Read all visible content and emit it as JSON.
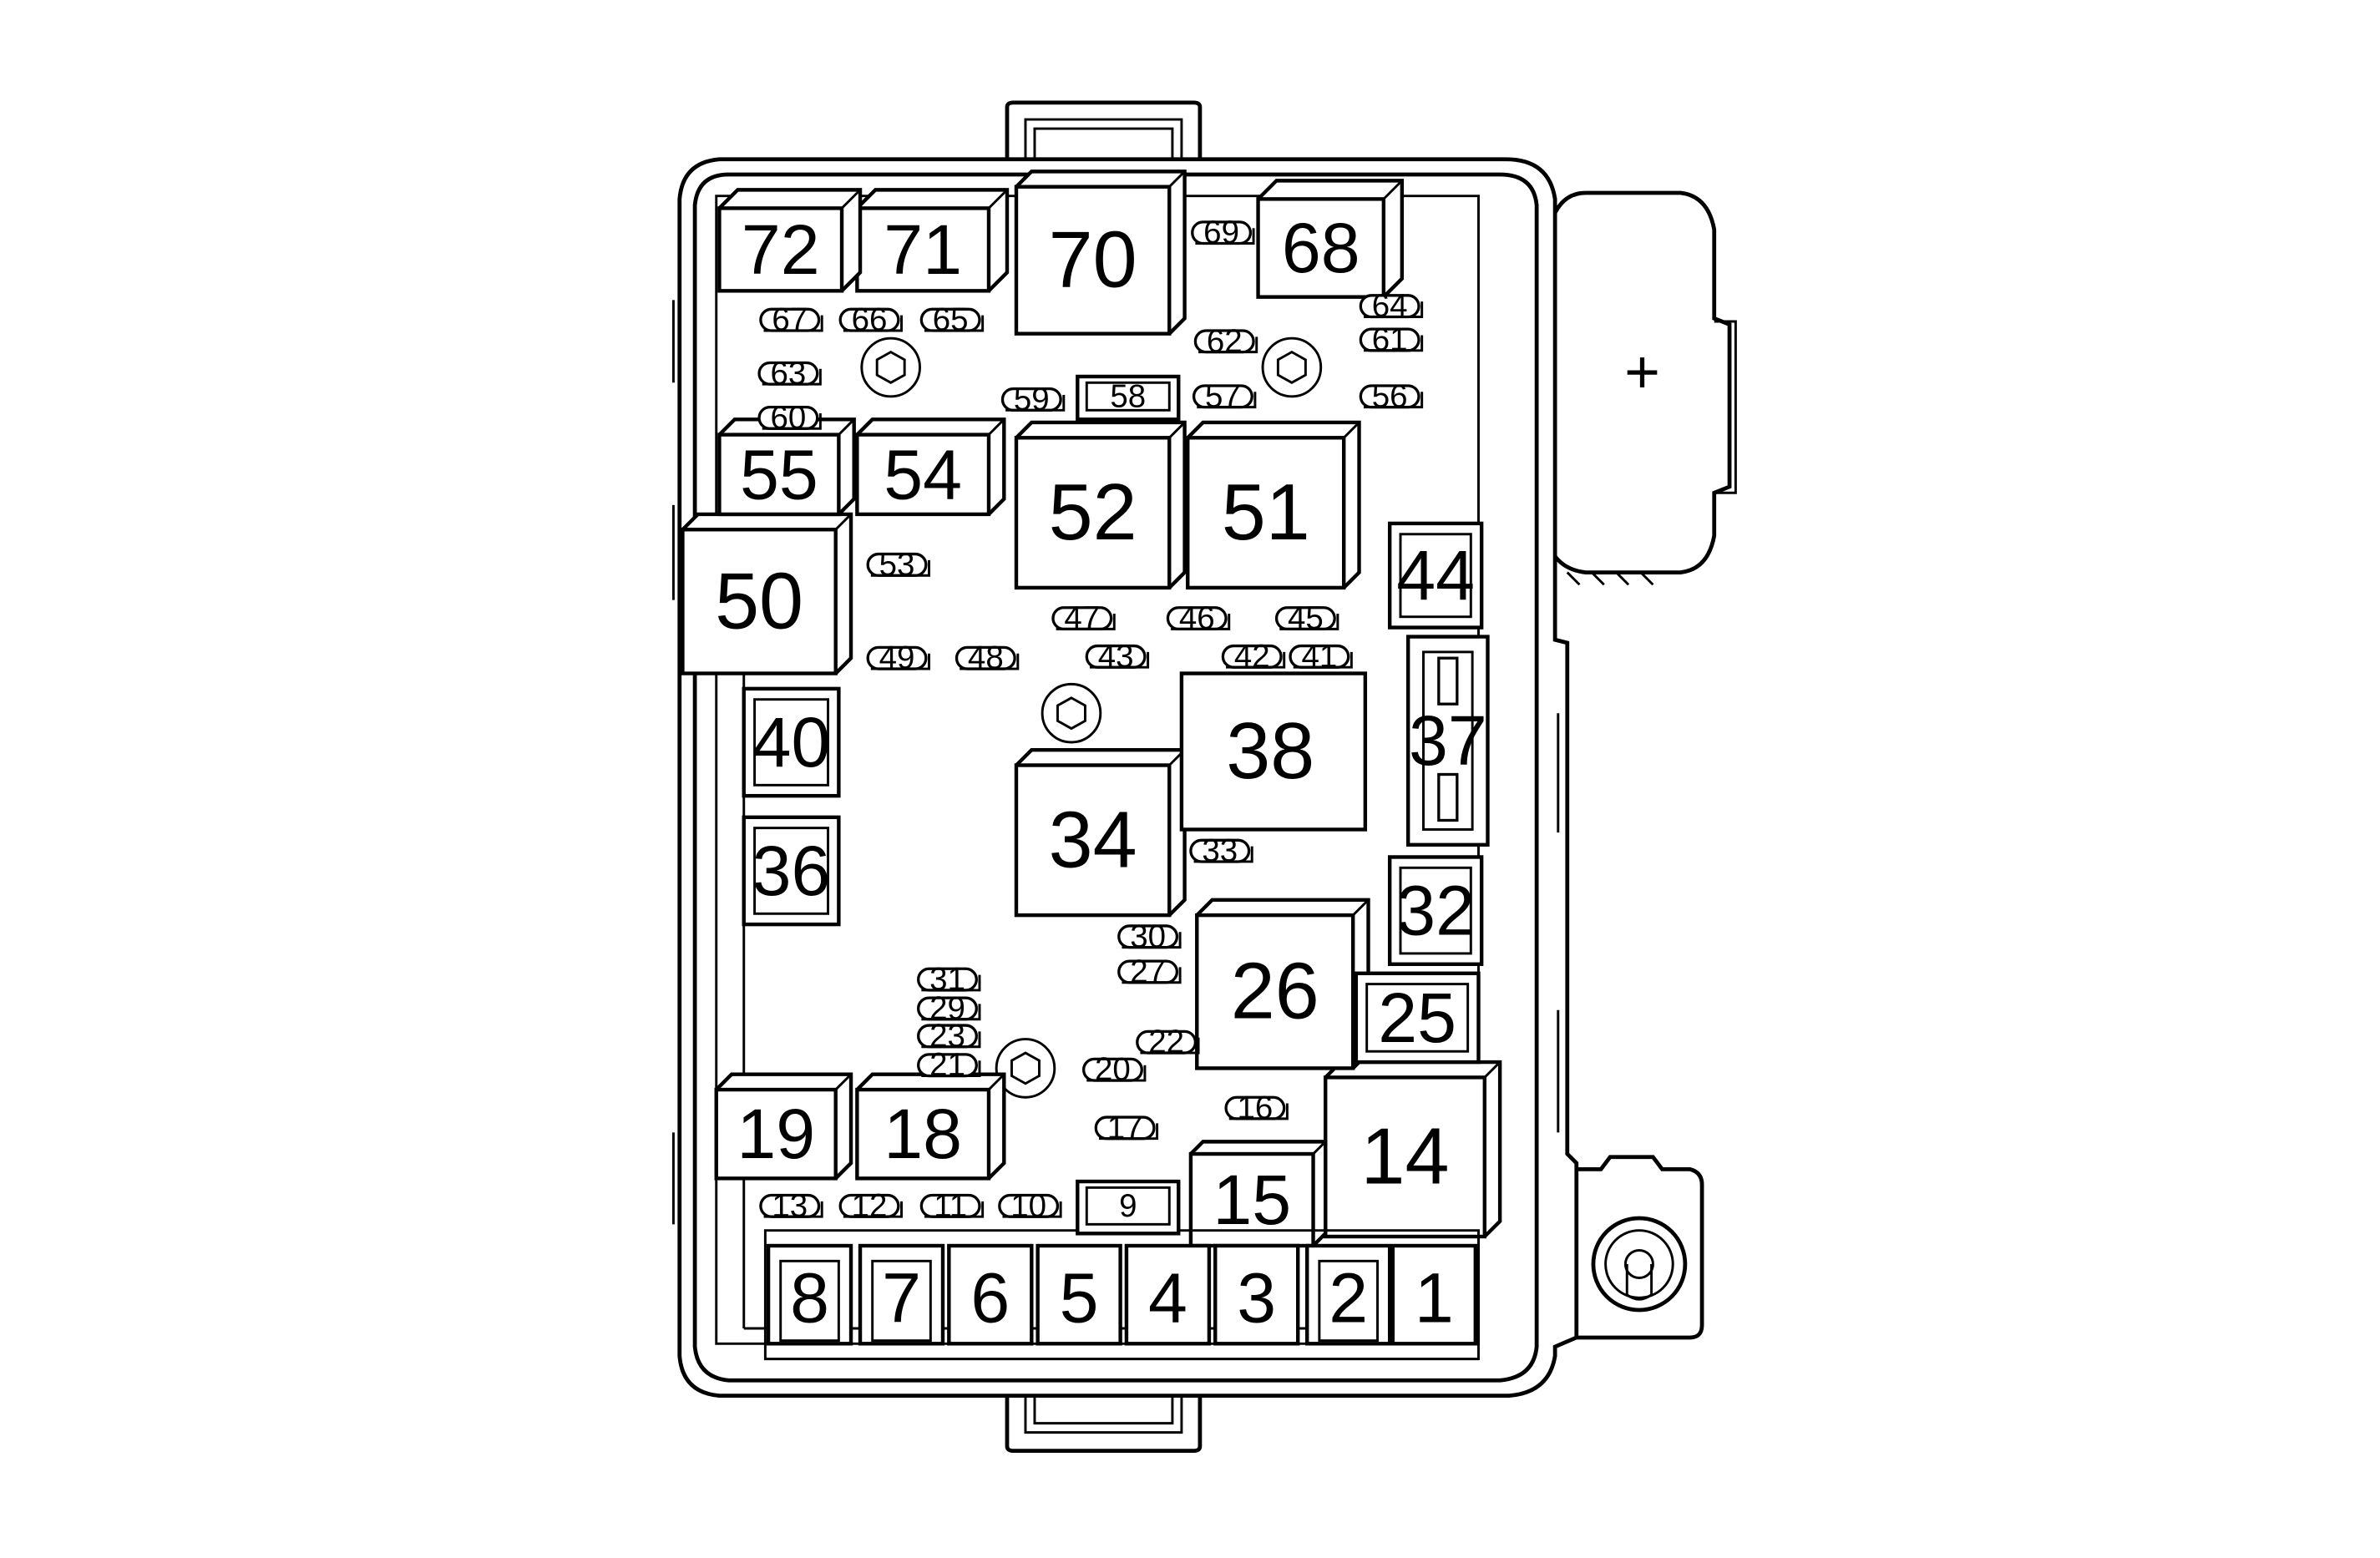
{
  "relays": [
    {
      "id": "72",
      "label": "72"
    },
    {
      "id": "71",
      "label": "71"
    },
    {
      "id": "70",
      "label": "70"
    },
    {
      "id": "68",
      "label": "68"
    },
    {
      "id": "55",
      "label": "55"
    },
    {
      "id": "54",
      "label": "54"
    },
    {
      "id": "52",
      "label": "52"
    },
    {
      "id": "51",
      "label": "51"
    },
    {
      "id": "50",
      "label": "50"
    },
    {
      "id": "34",
      "label": "34"
    },
    {
      "id": "26",
      "label": "26"
    },
    {
      "id": "19",
      "label": "19"
    },
    {
      "id": "18",
      "label": "18"
    },
    {
      "id": "15",
      "label": "15"
    },
    {
      "id": "14",
      "label": "14"
    },
    {
      "id": "38",
      "label": "38"
    }
  ],
  "boxed": [
    {
      "id": "44",
      "label": "44"
    },
    {
      "id": "40",
      "label": "40"
    },
    {
      "id": "36",
      "label": "36"
    },
    {
      "id": "32",
      "label": "32"
    },
    {
      "id": "25",
      "label": "25"
    },
    {
      "id": "37",
      "label": "37"
    }
  ],
  "cartridge_fuses": [
    {
      "id": "8",
      "label": "8"
    },
    {
      "id": "7",
      "label": "7"
    },
    {
      "id": "6",
      "label": "6"
    },
    {
      "id": "5",
      "label": "5"
    },
    {
      "id": "4",
      "label": "4"
    },
    {
      "id": "3",
      "label": "3"
    },
    {
      "id": "2",
      "label": "2"
    },
    {
      "id": "1",
      "label": "1"
    }
  ],
  "mini_fuses": [
    {
      "id": "69",
      "label": "69"
    },
    {
      "id": "67",
      "label": "67"
    },
    {
      "id": "66",
      "label": "66"
    },
    {
      "id": "65",
      "label": "65"
    },
    {
      "id": "64",
      "label": "64"
    },
    {
      "id": "63",
      "label": "63"
    },
    {
      "id": "62",
      "label": "62"
    },
    {
      "id": "61",
      "label": "61"
    },
    {
      "id": "60",
      "label": "60"
    },
    {
      "id": "59",
      "label": "59"
    },
    {
      "id": "58",
      "label": "58"
    },
    {
      "id": "57",
      "label": "57"
    },
    {
      "id": "56",
      "label": "56"
    },
    {
      "id": "53",
      "label": "53"
    },
    {
      "id": "49",
      "label": "49"
    },
    {
      "id": "48",
      "label": "48"
    },
    {
      "id": "47",
      "label": "47"
    },
    {
      "id": "46",
      "label": "46"
    },
    {
      "id": "45",
      "label": "45"
    },
    {
      "id": "43",
      "label": "43"
    },
    {
      "id": "42",
      "label": "42"
    },
    {
      "id": "41",
      "label": "41"
    },
    {
      "id": "33",
      "label": "33"
    },
    {
      "id": "31",
      "label": "31"
    },
    {
      "id": "30",
      "label": "30"
    },
    {
      "id": "29",
      "label": "29"
    },
    {
      "id": "27",
      "label": "27"
    },
    {
      "id": "23",
      "label": "23"
    },
    {
      "id": "22",
      "label": "22"
    },
    {
      "id": "21",
      "label": "21"
    },
    {
      "id": "20",
      "label": "20"
    },
    {
      "id": "17",
      "label": "17"
    },
    {
      "id": "16",
      "label": "16"
    },
    {
      "id": "13",
      "label": "13"
    },
    {
      "id": "12",
      "label": "12"
    },
    {
      "id": "11",
      "label": "11"
    },
    {
      "id": "10",
      "label": "10"
    },
    {
      "id": "9",
      "label": "9"
    }
  ],
  "terminal_cover": {
    "symbol": "+"
  }
}
